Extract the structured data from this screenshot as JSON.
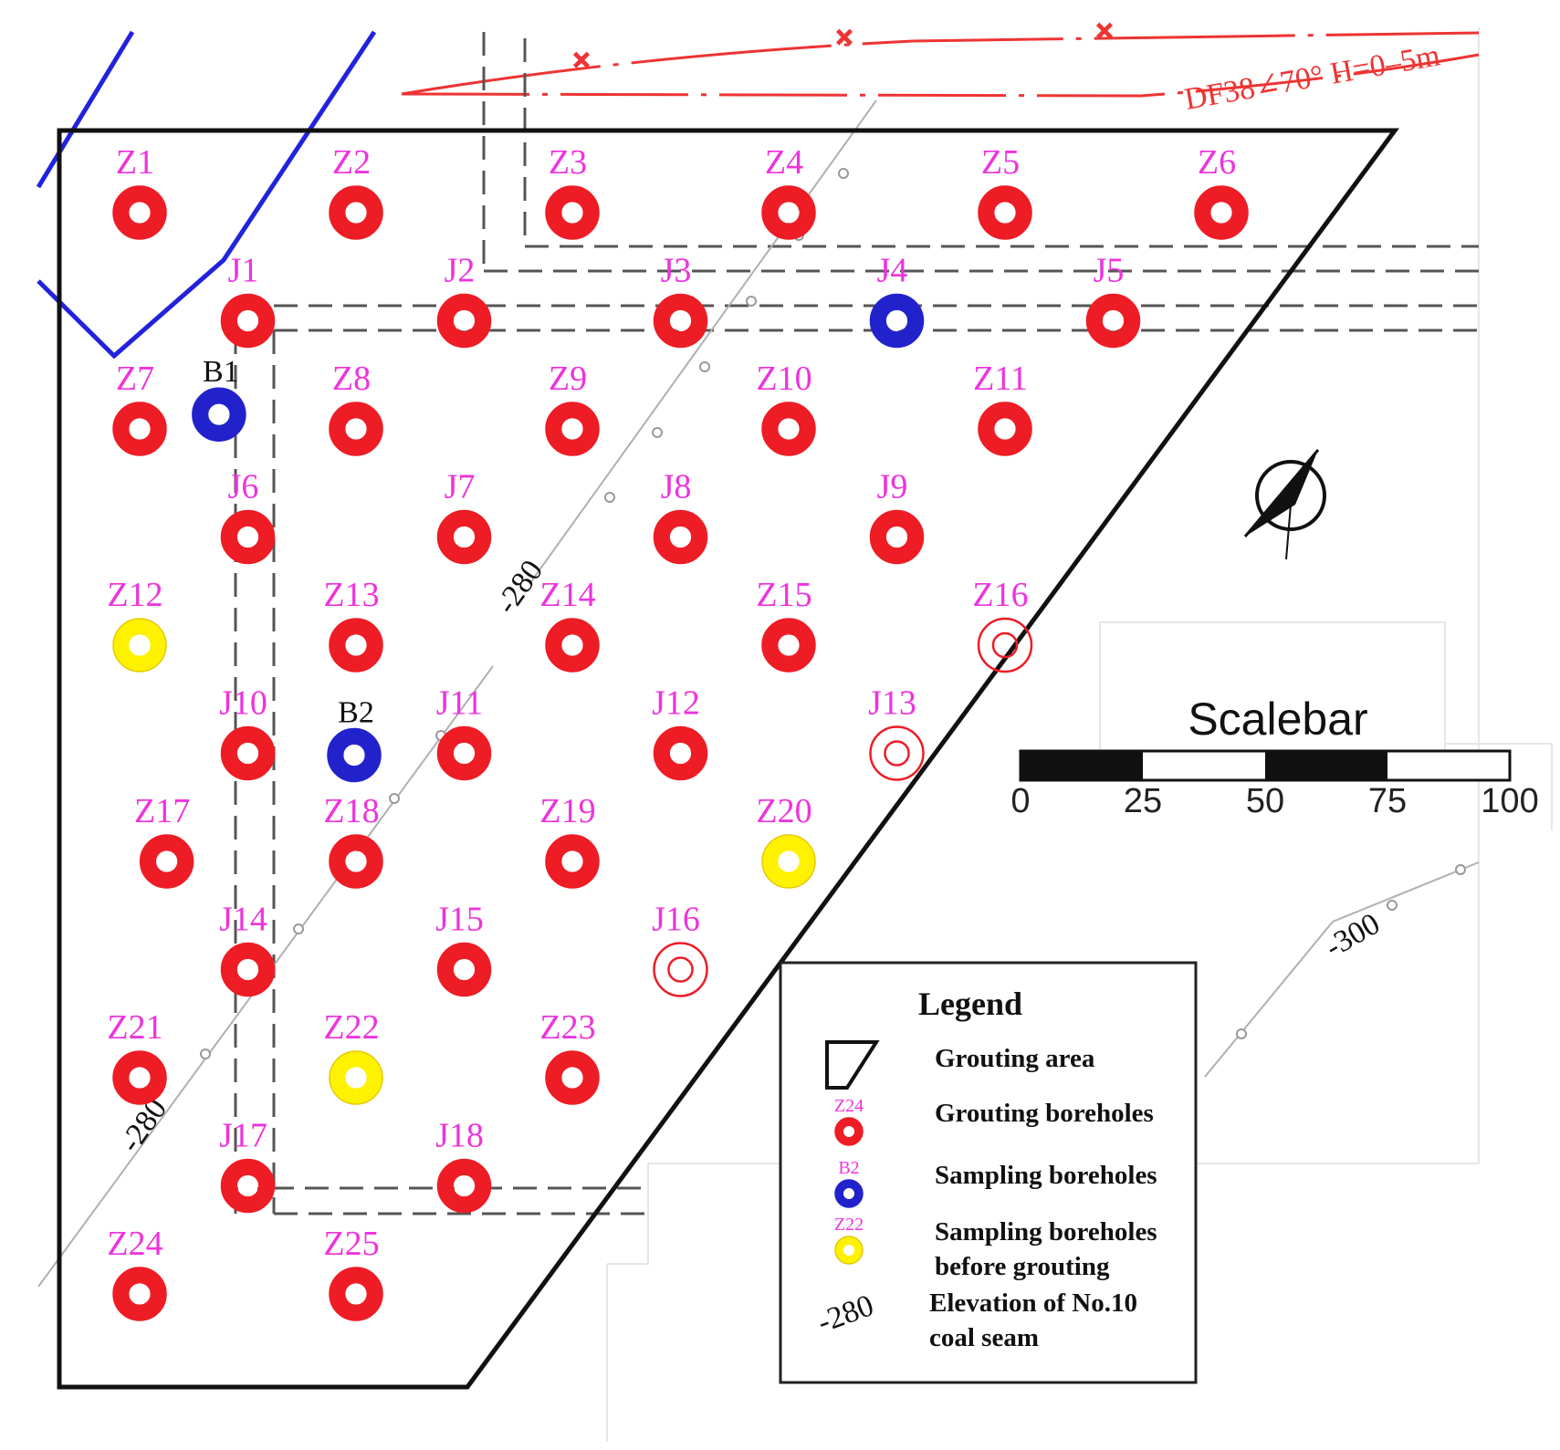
{
  "fault": {
    "label": "DF38∠70°  H=0–5m",
    "color": "#ee3333"
  },
  "colors": {
    "grouting": "#ee1c25",
    "sampling": "#2222cc",
    "sampling_before": "#fff200",
    "label": "#ee33dd",
    "boundary": "#2222dd"
  },
  "boreholes": [
    {
      "label": "Z1",
      "type": "grouting",
      "col": 0,
      "row": 0
    },
    {
      "label": "Z2",
      "type": "grouting",
      "col": 2,
      "row": 0
    },
    {
      "label": "Z3",
      "type": "grouting",
      "col": 4,
      "row": 0
    },
    {
      "label": "Z4",
      "type": "grouting",
      "col": 6,
      "row": 0
    },
    {
      "label": "Z5",
      "type": "grouting",
      "col": 8,
      "row": 0
    },
    {
      "label": "Z6",
      "type": "grouting",
      "col": 10,
      "row": 0
    },
    {
      "label": "J1",
      "type": "grouting",
      "col": 1,
      "row": 1
    },
    {
      "label": "J2",
      "type": "grouting",
      "col": 3,
      "row": 1
    },
    {
      "label": "J3",
      "type": "grouting",
      "col": 5,
      "row": 1
    },
    {
      "label": "J4",
      "type": "sampling",
      "col": 7,
      "row": 1
    },
    {
      "label": "J5",
      "type": "grouting",
      "col": 9,
      "row": 1
    },
    {
      "label": "Z7",
      "type": "grouting",
      "col": 0,
      "row": 2
    },
    {
      "label": "Z8",
      "type": "grouting",
      "col": 2,
      "row": 2
    },
    {
      "label": "Z9",
      "type": "grouting",
      "col": 4,
      "row": 2
    },
    {
      "label": "Z10",
      "type": "grouting",
      "col": 6,
      "row": 2
    },
    {
      "label": "Z11",
      "type": "grouting",
      "col": 8,
      "row": 2
    },
    {
      "label": "J6",
      "type": "grouting",
      "col": 1,
      "row": 3
    },
    {
      "label": "J7",
      "type": "grouting",
      "col": 3,
      "row": 3
    },
    {
      "label": "J8",
      "type": "grouting",
      "col": 5,
      "row": 3
    },
    {
      "label": "J9",
      "type": "grouting",
      "col": 7,
      "row": 3
    },
    {
      "label": "Z12",
      "type": "sampling_before",
      "col": 0,
      "row": 4
    },
    {
      "label": "Z13",
      "type": "grouting",
      "col": 2,
      "row": 4
    },
    {
      "label": "Z14",
      "type": "grouting",
      "col": 4,
      "row": 4
    },
    {
      "label": "Z15",
      "type": "grouting",
      "col": 6,
      "row": 4
    },
    {
      "label": "Z16",
      "type": "planned",
      "col": 8,
      "row": 4
    },
    {
      "label": "J10",
      "type": "grouting",
      "col": 1,
      "row": 5
    },
    {
      "label": "J11",
      "type": "grouting",
      "col": 3,
      "row": 5
    },
    {
      "label": "J12",
      "type": "grouting",
      "col": 5,
      "row": 5
    },
    {
      "label": "J13",
      "type": "planned",
      "col": 7,
      "row": 5
    },
    {
      "label": "Z17",
      "type": "grouting",
      "col": 0.25,
      "row": 6
    },
    {
      "label": "Z18",
      "type": "grouting",
      "col": 2,
      "row": 6
    },
    {
      "label": "Z19",
      "type": "grouting",
      "col": 4,
      "row": 6
    },
    {
      "label": "Z20",
      "type": "sampling_before",
      "col": 6,
      "row": 6
    },
    {
      "label": "J14",
      "type": "grouting",
      "col": 1,
      "row": 7
    },
    {
      "label": "J15",
      "type": "grouting",
      "col": 3,
      "row": 7
    },
    {
      "label": "J16",
      "type": "planned",
      "col": 5,
      "row": 7
    },
    {
      "label": "Z21",
      "type": "grouting",
      "col": 0,
      "row": 8
    },
    {
      "label": "Z22",
      "type": "sampling_before",
      "col": 2,
      "row": 8
    },
    {
      "label": "Z23",
      "type": "grouting",
      "col": 4,
      "row": 8
    },
    {
      "label": "J17",
      "type": "grouting",
      "col": 1,
      "row": 9
    },
    {
      "label": "J18",
      "type": "grouting",
      "col": 3,
      "row": 9
    },
    {
      "label": "Z24",
      "type": "grouting",
      "col": 0,
      "row": 10
    },
    {
      "label": "Z25",
      "type": "grouting",
      "col": 2,
      "row": 10
    }
  ],
  "sampling_holes": [
    {
      "label": "B1",
      "col": 0.75,
      "row": 1.85
    },
    {
      "label": "B2",
      "col": 2,
      "row": 5
    }
  ],
  "contours": [
    {
      "label": "-280"
    },
    {
      "label": "-280"
    },
    {
      "label": "-300"
    }
  ],
  "scalebar": {
    "title": "Scalebar",
    "ticks": [
      "0",
      "25",
      "50",
      "75",
      "100"
    ]
  },
  "legend": {
    "title": "Legend",
    "items": [
      {
        "symbol": "area",
        "sample": "",
        "text": [
          "Grouting area"
        ]
      },
      {
        "symbol": "grouting",
        "sample": "Z24",
        "text": [
          "Grouting boreholes"
        ]
      },
      {
        "symbol": "sampling",
        "sample": "B2",
        "text": [
          "Sampling boreholes"
        ]
      },
      {
        "symbol": "sampling_before",
        "sample": "Z22",
        "text": [
          "Sampling boreholes",
          "before grouting"
        ]
      },
      {
        "symbol": "contour",
        "sample": "-280",
        "text": [
          "Elevation of No.10",
          "coal seam"
        ]
      }
    ]
  }
}
